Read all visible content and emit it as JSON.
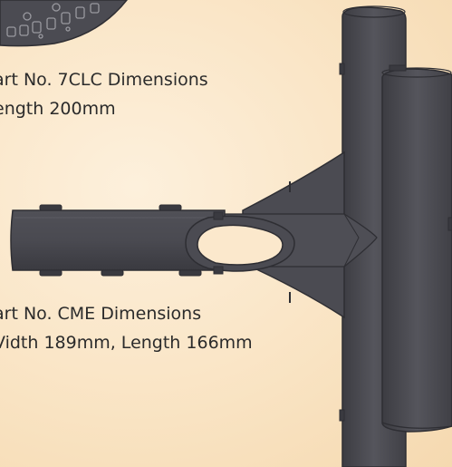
{
  "captions": {
    "part_7clc": {
      "line1": "art No. 7CLC Dimensions",
      "line2": "ength 200mm"
    },
    "part_cme": {
      "line1": "art No. CME Dimensions",
      "line2": "Vidth 189mm, Length 166mm"
    }
  },
  "colors": {
    "background": "#fbe8cc",
    "part_fill": "#4b4b52",
    "part_edge": "#2e2e33",
    "text": "#2b2b2b"
  }
}
